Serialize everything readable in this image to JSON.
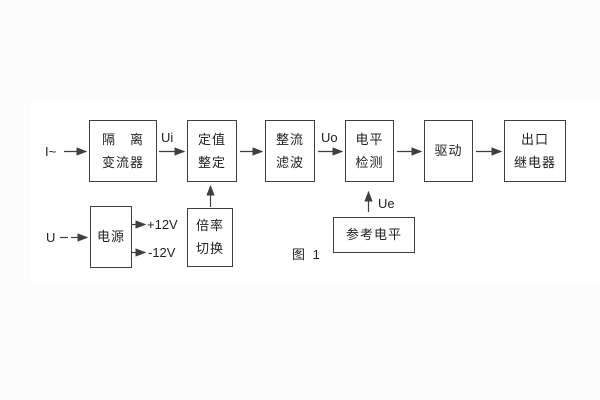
{
  "figure": {
    "caption": "图 1",
    "nodes": {
      "isolation_transformer": {
        "line1": "隔　离",
        "line2": "变流器"
      },
      "setting_adjust": {
        "line1": "定值",
        "line2": "整定"
      },
      "rectifier_filter": {
        "line1": "整流",
        "line2": "滤波"
      },
      "level_detection": {
        "line1": "电平",
        "line2": "检测"
      },
      "drive": {
        "label": "驱动"
      },
      "output_relay": {
        "line1": "出口",
        "line2": "继电器"
      },
      "power_supply": {
        "label": "电源"
      },
      "ratio_switch": {
        "line1": "倍率",
        "line2": "切换"
      },
      "reference_level": {
        "label": "参考电平"
      }
    },
    "signals": {
      "input_current": "I~",
      "input_voltage": "U",
      "ui": "Ui",
      "uo": "Uo",
      "ue": "Ue",
      "plus_rail": "+12V",
      "minus_rail": "-12V"
    },
    "colors": {
      "line": "#3f3f3f",
      "text": "#222222",
      "background": "#fcfcfc",
      "box_background": "#ffffff"
    }
  }
}
